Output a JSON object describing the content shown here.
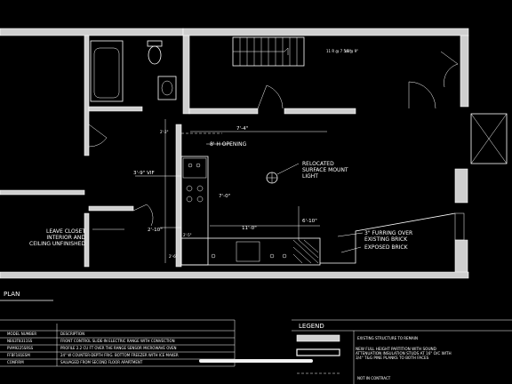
{
  "plan": {
    "title": "PLAN",
    "labels": {
      "opening": "8' H OPENING",
      "light": "RELOCATED\nSURFACE MOUNT\nLIGHT",
      "closet": "LEAVE CLOSET\nINTERIOR AND\nCEILING UNFINISHED",
      "furring": "3\" FURRING OVER\nEXISTING BRICK",
      "exposed": "EXPOSED BRICK"
    },
    "dimensions": {
      "d_7_4": "7'-4\"",
      "d_3_9": "3'-9\" VIF",
      "d_11_0": "11'-0\"",
      "d_2_10": "2'-10\"",
      "d_7_0": "7'-0\"",
      "d_6_10": "6'-10\"",
      "d_2_2": "2'-2\"",
      "d_2_6": "2'-6\"",
      "d_2_5": "2'-5\""
    },
    "stair_notes": [
      "11 R @ 7 5/8\"",
      "14 @ 9\""
    ]
  },
  "schedule": {
    "headers": [
      "MODEL NUMBER",
      "DESCRIPTION"
    ],
    "rows": [
      [
        "NE63T8311SS",
        "FRONT CONTROL SLIDE-IN ELECTRIC RANGE WITH CONVECTION"
      ],
      [
        "PVM9225SRSS",
        "PROFILE 2.2 CU FT OVER THE RANGE SENSOR MICROWAVE OVEN"
      ],
      [
        "FFBF181ESM",
        "24\" W COUNTER-DEPTH FRIG. BOTTOM FREEZER WITH ICE MAKER"
      ],
      [
        "CONFIRM",
        "SALVAGED FROM SECOND FLOOR APARTMENT"
      ]
    ]
  },
  "legend": {
    "title": "LEGEND",
    "items": [
      "EXISTING STRUCTURE TO REMAIN",
      "NEW FULL HEIGHT PARTITION WITH SOUND ATTENUATION INSULATION STUDS AT 16\" O/C WITH 3/4\" T&G PINE PLANKS TO BOTH FACES",
      "NOT IN CONTRACT"
    ]
  }
}
